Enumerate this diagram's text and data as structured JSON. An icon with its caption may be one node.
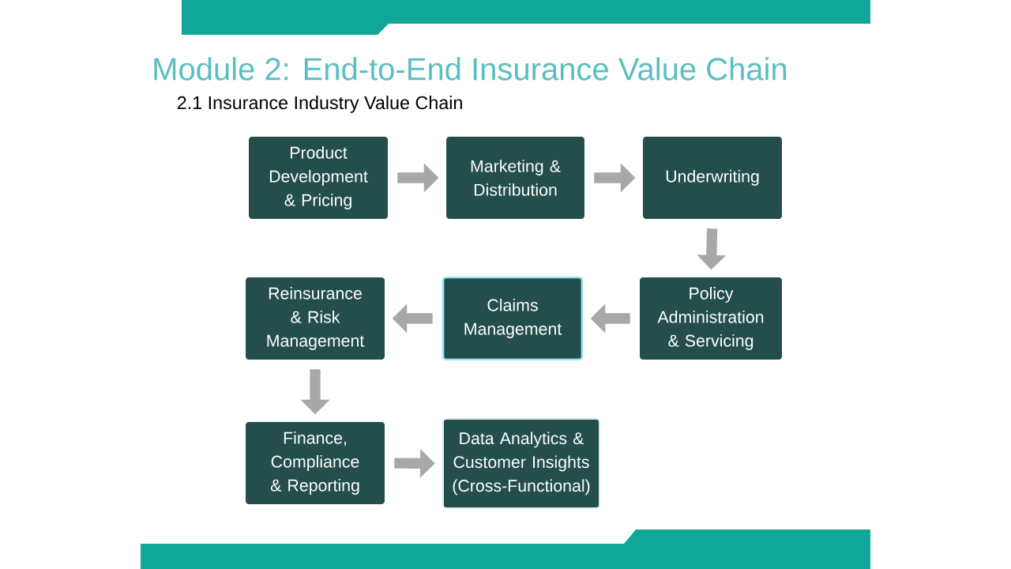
{
  "diagram": {
    "title": "Module 2: End-to-End Insurance Value Chain",
    "nodes": [
      {
        "text": [
          "Product Development & Pricing"
        ]
      },
      {
        "text": [
          "Marketing & Distribution"
        ]
      },
      {
        "text": [
          "Underwriting"
        ]
      },
      {
        "text": [
          "Policy Administration & Servicing"
        ]
      },
      {
        "text": [
          "Claims Management"
        ]
      },
      {
        "text": [
          "Reinsurance & Risk Management"
        ]
      },
      {
        "text": [
          "Finance, Compliance & Reporting"
        ]
      },
      {
        "text": [
          "Data Analytics & Customer Insights (Cross-Functional)"
        ]
      }
    ],
    "edges": [
      {
        "from": 0,
        "to": 1,
        "arrow": "to"
      },
      {
        "from": 1,
        "to": 2,
        "arrow": "to"
      },
      {
        "from": 2,
        "to": 3,
        "arrow": "to"
      },
      {
        "from": 3,
        "to": 4,
        "arrow": "to"
      },
      {
        "from": 4,
        "to": 5,
        "arrow": "to"
      },
      {
        "from": 5,
        "to": 6,
        "arrow": "to"
      },
      {
        "from": 6,
        "to": 7,
        "arrow": "to"
      }
    ],
    "labels": [
      "2.1 Insurance Industry Value Chain"
    ]
  }
}
